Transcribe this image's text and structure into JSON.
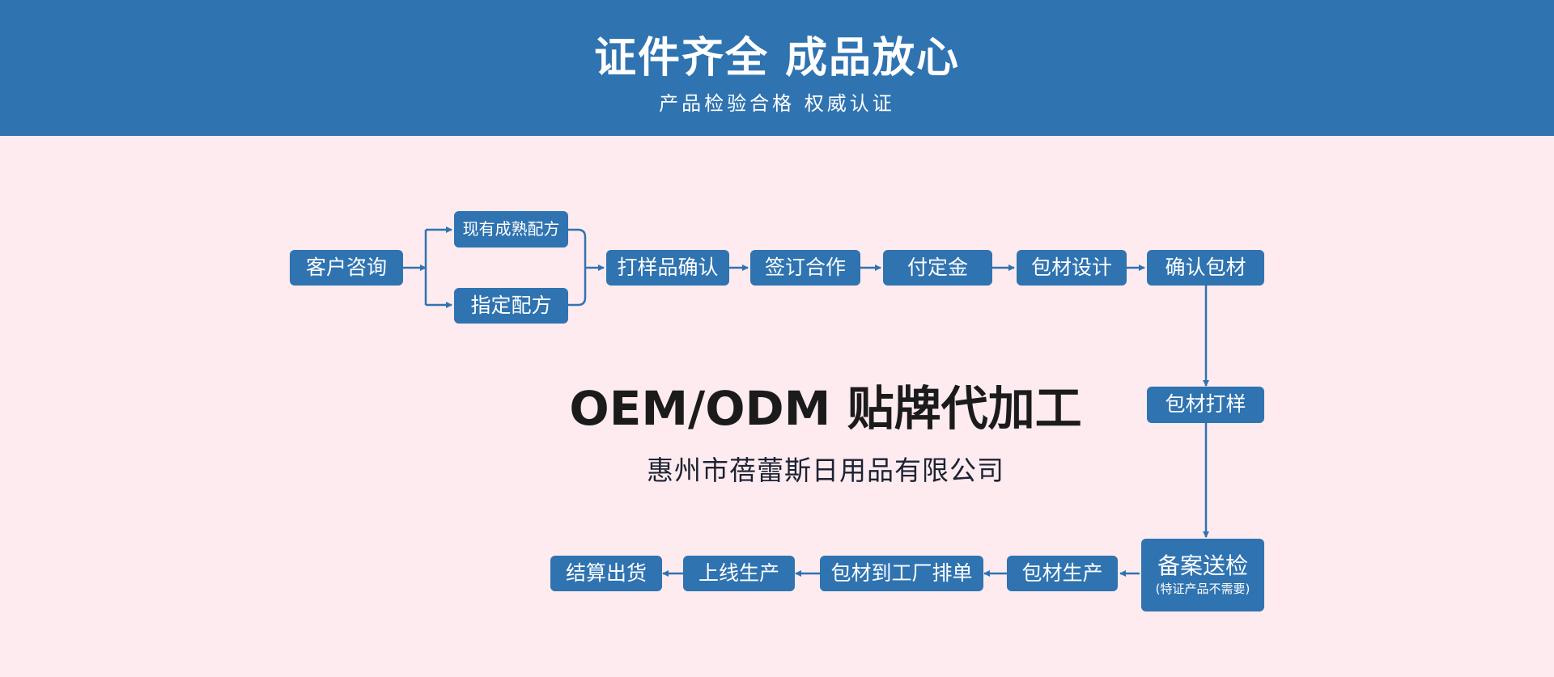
{
  "header": {
    "title": "证件齐全 成品放心",
    "subtitle": "产品检验合格 权威认证"
  },
  "center": {
    "title": "OEM/ODM 贴牌代加工",
    "company": "惠州市蓓蕾斯日用品有限公司"
  },
  "steps": {
    "consult": "客户咨询",
    "mature_formula": "现有成熟配方",
    "custom_formula": "指定配方",
    "sample_confirm": "打样品确认",
    "sign_contract": "签订合作",
    "deposit": "付定金",
    "packaging_design": "包材设计",
    "confirm_packaging": "确认包材",
    "packaging_sample": "包材打样",
    "filing": "备案送检",
    "filing_note": "(特证产品不需要)",
    "packaging_production": "包材生产",
    "factory_schedule": "包材到工厂排单",
    "production": "上线生产",
    "settlement": "结算出货"
  },
  "colors": {
    "header_bg": "#2f73b0",
    "page_bg": "#fdebef",
    "node_bg": "#2f73b0",
    "connector": "#2f73b0"
  }
}
